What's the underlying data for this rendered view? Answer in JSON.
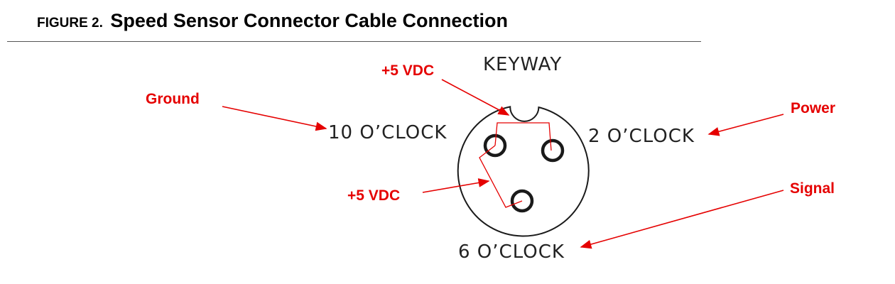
{
  "figure": {
    "prefix": "FIGURE 2.",
    "title": "Speed Sensor Connector Cable Connection"
  },
  "connector": {
    "keyway_label": "KEYWAY",
    "position_10_oclock": "10 O’CLOCK",
    "position_2_oclock": "2 O’CLOCK",
    "position_6_oclock": "6 O’CLOCK"
  },
  "callouts": {
    "vdc_top": "+5 VDC",
    "ground": "Ground",
    "power": "Power",
    "vdc_left": "+5 VDC",
    "signal": "Signal"
  },
  "colors": {
    "callout_red": "#e50000",
    "drawing": "#1a1a1a"
  }
}
